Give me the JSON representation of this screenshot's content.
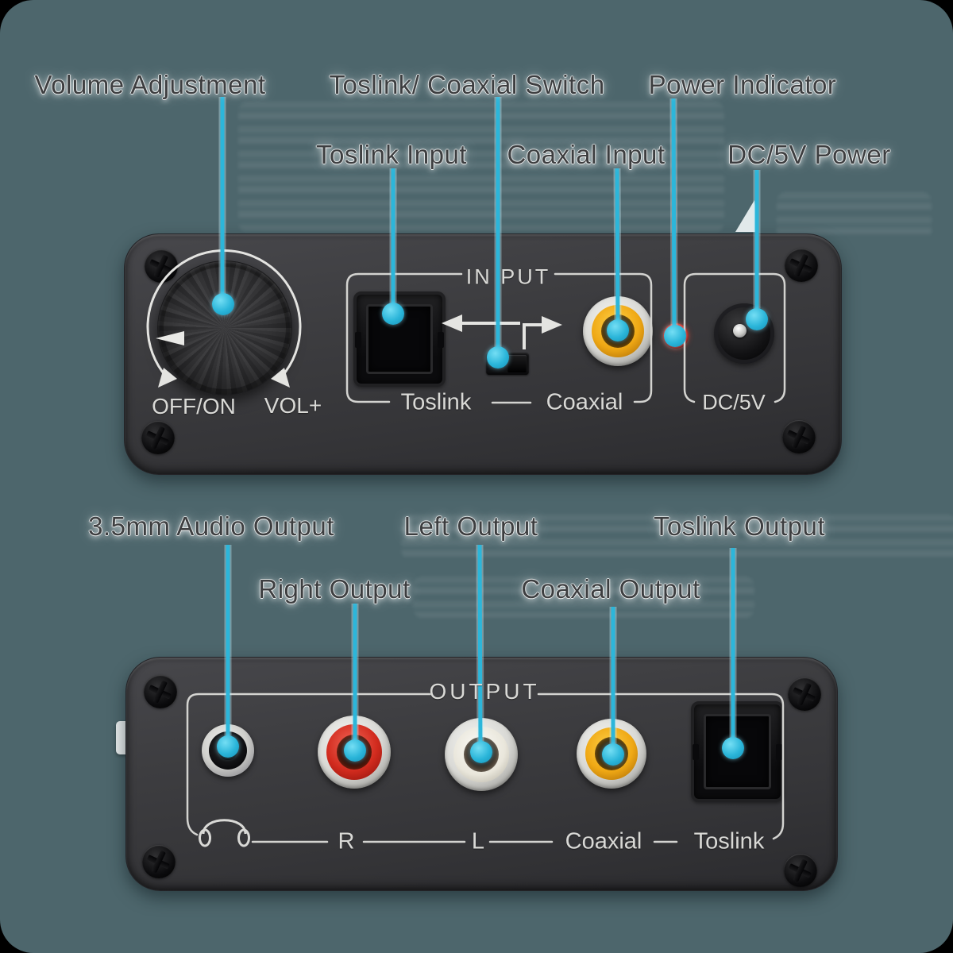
{
  "colors": {
    "background": "#4d666c",
    "accent_cyan": "#2cb6da",
    "panel_gray": "#3a3a3d",
    "led_red": "#e0241a",
    "rca_yellow": "#efa814",
    "rca_red": "#d22b1e",
    "rca_white": "#e9e6db"
  },
  "top_callouts": [
    {
      "label": "Volume Adjustment"
    },
    {
      "label": "Toslink/ Coaxial Switch"
    },
    {
      "label": "Power Indicator"
    },
    {
      "label": "Toslink Input"
    },
    {
      "label": "Coaxial Input"
    },
    {
      "label": "DC/5V Power"
    }
  ],
  "bottom_callouts": [
    {
      "label": "3.5mm Audio Output"
    },
    {
      "label": "Right Output"
    },
    {
      "label": "Left Output"
    },
    {
      "label": "Coaxial Output"
    },
    {
      "label": "Toslink Output"
    }
  ],
  "input_panel": {
    "title": "IN PUT",
    "knob_off_on": "OFF/ON",
    "knob_volume": "VOL+",
    "toslink": "Toslink",
    "coaxial": "Coaxial",
    "dc_power": "DC/5V"
  },
  "output_panel": {
    "title": "OUTPUT",
    "right": "R",
    "left": "L",
    "coaxial": "Coaxial",
    "toslink": "Toslink"
  }
}
